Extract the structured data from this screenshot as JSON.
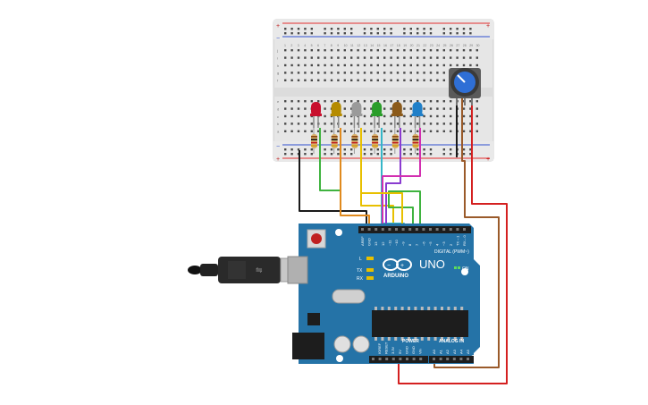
{
  "breadboard": {
    "rail_plus": "+",
    "rail_minus": "−",
    "row_letters_top": [
      "j",
      "i",
      "h",
      "g",
      "f"
    ],
    "row_letters_bottom": [
      "e",
      "d",
      "c",
      "b",
      "a"
    ],
    "column_count": 30
  },
  "leds": [
    {
      "color": "#c8102e"
    },
    {
      "color": "#b58b00"
    },
    {
      "color": "#9a9a9a"
    },
    {
      "color": "#2a9d2a"
    },
    {
      "color": "#8b5a1a"
    },
    {
      "color": "#1f7fc8"
    }
  ],
  "potentiometer": {
    "knob_color": "#2f6fd6"
  },
  "arduino": {
    "brand": "ARDUINO",
    "model": "UNO",
    "digital_label": "DIGITAL (PWM~)",
    "power_label": "POWER",
    "analog_label": "ANALOG IN",
    "on_label": "ON",
    "led_l": "L",
    "led_tx": "TX",
    "led_rx": "RX",
    "digital_pins": [
      "AREF",
      "GND",
      "13",
      "12",
      "~11",
      "~10",
      "~9",
      "8",
      "7",
      "~6",
      "~5",
      "4",
      "~3",
      "2",
      "TX→1",
      "RX←0"
    ],
    "power_pins": [
      "IOREF",
      "RESET",
      "3.3V",
      "5V",
      "GND",
      "GND",
      "Vin"
    ],
    "analog_pins": [
      "A0",
      "A1",
      "A2",
      "A3",
      "A4",
      "A5"
    ],
    "board_color": "#2573a7"
  },
  "wire_colors": {
    "black": "#1a1a1a",
    "green": "#3fb33f",
    "orange": "#e08a1e",
    "yellow": "#e8c000",
    "cyan": "#35b6c8",
    "purple": "#8a3bd0",
    "magenta": "#d22fb0",
    "brown": "#9a5a2a",
    "red": "#d42020"
  }
}
